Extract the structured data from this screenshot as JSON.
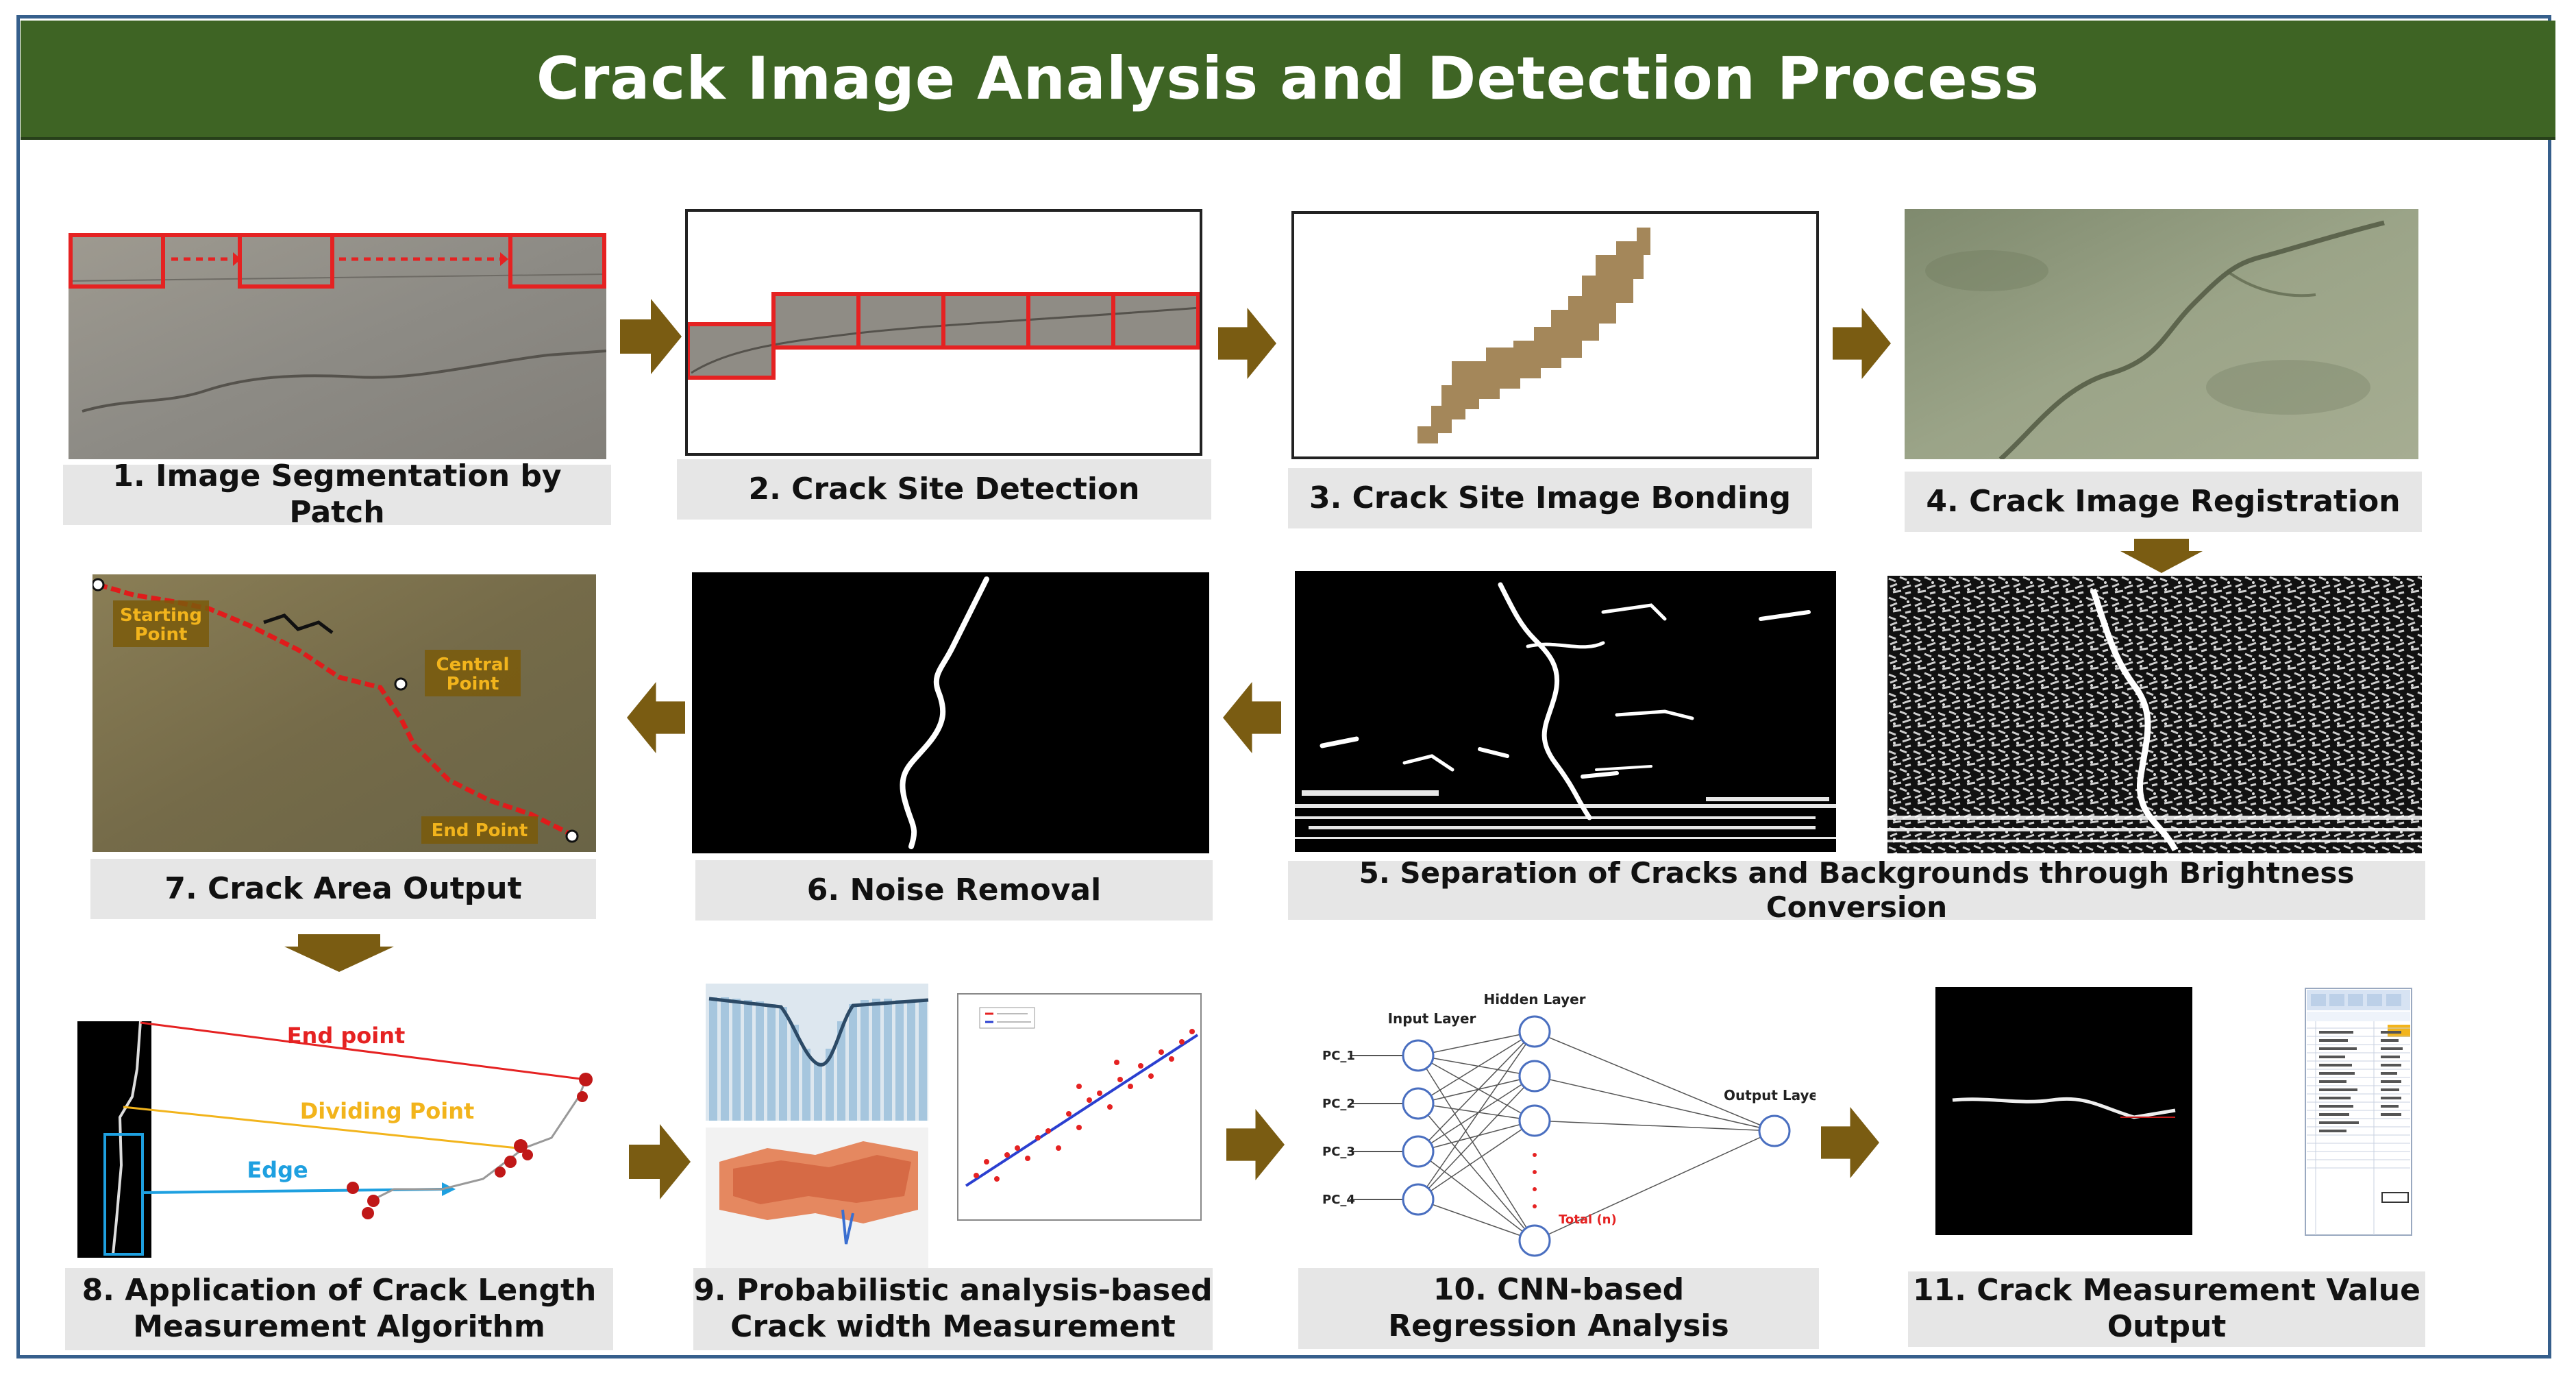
{
  "title": "Crack Image Analysis and Detection Process",
  "steps": {
    "s1": "1. Image Segmentation by Patch",
    "s2": "2. Crack Site Detection",
    "s3": "3. Crack Site Image Bonding",
    "s4": "4. Crack Image Registration",
    "s5": "5. Separation of Cracks and Backgrounds through Brightness Conversion",
    "s6": "6. Noise Removal",
    "s7": "7. Crack Area Output",
    "s8a": "8. Application of Crack Length",
    "s8b": "Measurement Algorithm",
    "s9a": "9. Probabilistic analysis-based",
    "s9b": "Crack width Measurement",
    "s10a": "10. CNN-based",
    "s10b": "Regression Analysis",
    "s11": "11. Crack Measurement Value Output"
  },
  "crack_area": {
    "start": [
      "Starting",
      "Point"
    ],
    "central": [
      "Central",
      "Point"
    ],
    "end": "End Point"
  },
  "length_algo": {
    "end": "End point",
    "dividing": "Dividing Point",
    "edge": "Edge"
  },
  "nn": {
    "input_layer": "Input Layer",
    "hidden_layer": "Hidden Layer",
    "output_layer": "Output Layer",
    "inputs": [
      "PC_1",
      "PC_2",
      "PC_3",
      "PC_4"
    ],
    "total": "Total (n)"
  },
  "colors": {
    "banner": "#3e6424",
    "arrow": "#7a5c12",
    "label_bg": "#e6e6e6",
    "red": "#e52222",
    "yellow": "#f2b41c",
    "cyan": "#1ea0e0"
  },
  "icons": {
    "arrow": "thick-block-arrow"
  }
}
